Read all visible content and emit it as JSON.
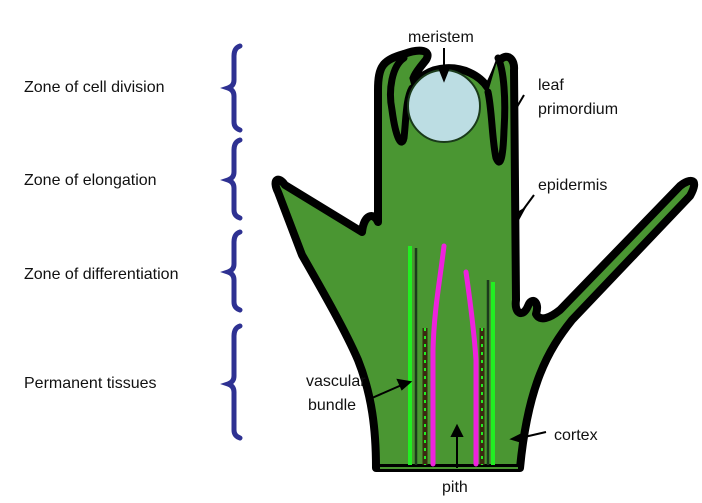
{
  "title": "Shoot apex longitudinal section",
  "colors": {
    "tissue_green": "#4a9632",
    "outline": "#000000",
    "meristem_fill": "#bcdde3",
    "bracket_blue": "#2e3192",
    "vascular_bright": "#22ee22",
    "pith_magenta": "#ee22dd",
    "label_text": "#111111"
  },
  "zones": [
    {
      "label": "Zone of cell division"
    },
    {
      "label": "Zone of elongation"
    },
    {
      "label": "Zone of differentiation"
    },
    {
      "label": "Permanent tissues"
    }
  ],
  "parts": {
    "meristem": "meristem",
    "leaf_primordium_line1": "leaf",
    "leaf_primordium_line2": "primordium",
    "epidermis": "epidermis",
    "vascular_bundle_line1": "vascular",
    "vascular_bundle_line2": "bundle",
    "pith": "pith",
    "cortex": "cortex"
  }
}
